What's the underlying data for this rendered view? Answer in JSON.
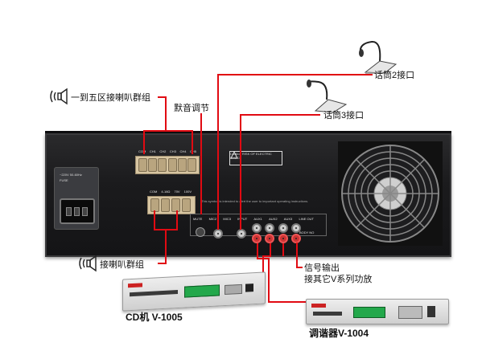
{
  "labels": {
    "zones_1_to_5": "一到五区接喇叭群组",
    "speaker_group": "接喇叭群组",
    "mute_adjust": "默音调节",
    "mic_2": "话筒2接口",
    "mic_3": "话筒3接口",
    "signal_out_line1": "信号输出",
    "signal_out_line2": "接其它V系列功放",
    "cd_player": "CD机  V-1005",
    "tuner": "调谐器V-1004"
  },
  "panel": {
    "fuse_line1": "~220V 50-60Hz",
    "fuse_line2": "FUSE",
    "zone_terminals": [
      "COM",
      "CH1",
      "CH2",
      "CH3",
      "CH4",
      "CH5"
    ],
    "out_terminals": [
      "COM",
      "4-16Ω",
      "70V",
      "100V"
    ],
    "warning": "Caution RISK OF ELECTRIC SHOCK",
    "inputs": [
      "MUTE",
      "MIC2",
      "MIC3",
      "INPUT",
      "AUX1",
      "AUX2",
      "AUX3",
      "LINE OUT"
    ],
    "model": "BODY NO"
  },
  "colors": {
    "wire": "#e10a12",
    "panel": "#1b1b1d",
    "lcd": "#23a84b"
  }
}
